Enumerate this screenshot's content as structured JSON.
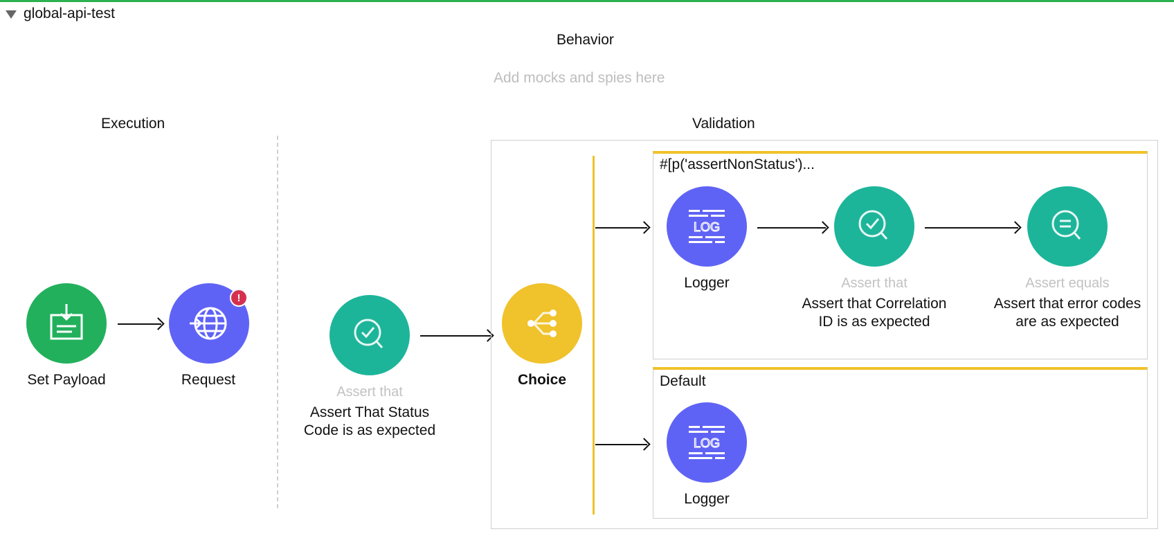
{
  "flow": {
    "name": "global-api-test"
  },
  "sections": {
    "behavior": "Behavior",
    "behavior_placeholder": "Add mocks and spies here",
    "execution": "Execution",
    "validation": "Validation"
  },
  "execution": {
    "nodes": [
      {
        "label": "Set Payload",
        "icon": "set-payload-icon",
        "color": "#22b05c"
      },
      {
        "label": "Request",
        "icon": "globe-icon",
        "color": "#5f63f5",
        "badge": "!"
      }
    ]
  },
  "validation": {
    "status_assert": {
      "type": "Assert that",
      "label": "Assert That Status Code is as expected",
      "color": "#1db59a"
    },
    "choice": {
      "label": "Choice",
      "icon": "choice-icon",
      "color": "#f0c22b"
    },
    "routes": [
      {
        "condition": "#[p('assertNonStatus')...",
        "nodes": [
          {
            "type": "",
            "label": "Logger",
            "icon": "log-icon",
            "color": "#5f63f5"
          },
          {
            "type": "Assert that",
            "label": "Assert that Correlation ID is as expected",
            "icon": "assert-that-icon",
            "color": "#1db59a"
          },
          {
            "type": "Assert equals",
            "label": "Assert that error codes are as expected",
            "icon": "assert-equals-icon",
            "color": "#1db59a"
          }
        ]
      },
      {
        "condition": "Default",
        "nodes": [
          {
            "type": "",
            "label": "Logger",
            "icon": "log-icon",
            "color": "#5f63f5"
          }
        ]
      }
    ]
  },
  "colors": {
    "accent_green": "#2ab24f",
    "route_accent": "#f0c22b",
    "error_badge": "#d5314f"
  }
}
